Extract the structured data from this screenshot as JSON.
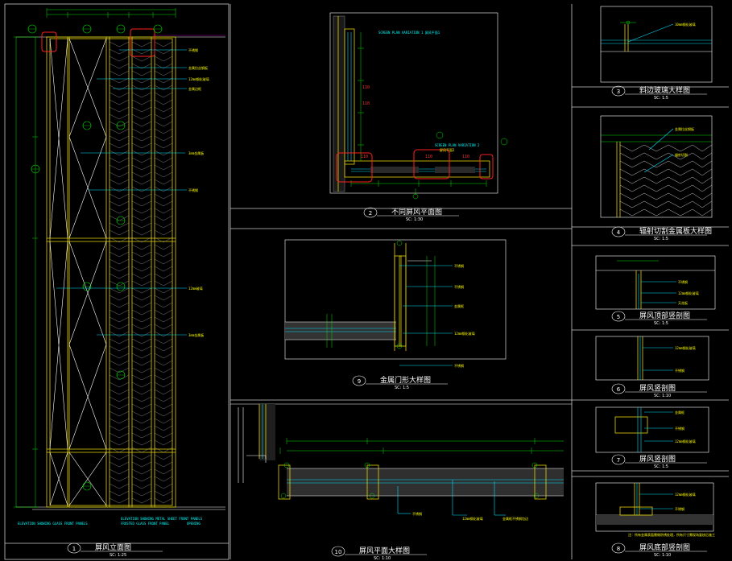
{
  "panels": [
    {
      "id": "p1",
      "num": "1",
      "title": "屏风立面图",
      "scale": "SC: 1:25"
    },
    {
      "id": "p2",
      "num": "2",
      "title": "不同屏风平面图",
      "scale": "SC: 1:30"
    },
    {
      "id": "p3",
      "num": "3",
      "title": "斜边玻璃大样图",
      "scale": "SC: 1:5"
    },
    {
      "id": "p4",
      "num": "4",
      "title": "辐射切割金属板大样图",
      "scale": "SC: 1:5"
    },
    {
      "id": "p5",
      "num": "5",
      "title": "屏风顶部竖剖图",
      "scale": "SC: 1:5"
    },
    {
      "id": "p6",
      "num": "6",
      "title": "屏风竖剖图",
      "scale": "SC: 1:10"
    },
    {
      "id": "p7",
      "num": "7",
      "title": "屏风竖剖图",
      "scale": "SC: 1:5"
    },
    {
      "id": "p8",
      "num": "8",
      "title": "屏风底部竖剖图",
      "scale": "SC: 1:10"
    },
    {
      "id": "p9",
      "num": "9",
      "title": "金属门形大样图",
      "scale": "SC: 1:5"
    },
    {
      "id": "p10",
      "num": "10",
      "title": "屏风平面大样图",
      "scale": "SC: 1:10"
    }
  ],
  "plan_labels": {
    "variation1": "SCREEN PLAN VARIATION 1 屏风平面1",
    "variation2": "SCREEN PLAN VARIATION 2",
    "variation2_cn": "屏风平面2"
  },
  "elevation_labels": {
    "left": "ELEVATION SHOWING GLASS FRONT PANELS",
    "mid1": "ELEVATION SHOWING METAL SHEET FRONT PANELS",
    "mid2": "FROSTED GLASS FRONT PANEL",
    "right": "OPENING"
  },
  "notes": {
    "bottom": "注：所有金属表面需做防锈处理，所有尺寸需现场复核后施工"
  },
  "colors": {
    "background": "#000000",
    "frame": "#c8c8c8",
    "metal": "#e6d400",
    "glass": "#00e0ff",
    "dimension": "#00e000",
    "highlight": "#ff2020"
  }
}
